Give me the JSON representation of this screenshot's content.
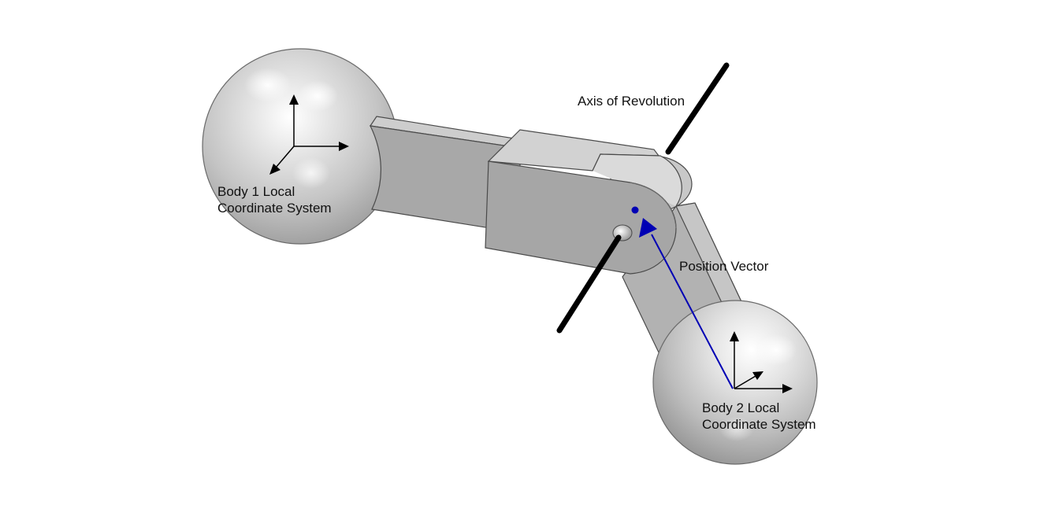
{
  "labels": {
    "axis": "Axis of Revolution",
    "position_vector": "Position Vector",
    "body1": {
      "line1": "Body 1 Local",
      "line2": "Coordinate System"
    },
    "body2": {
      "line1": "Body 2 Local",
      "line2": "Coordinate System"
    }
  },
  "colors": {
    "background": "#ffffff",
    "link_face": "#a9a9a9",
    "link_top": "#cfcfcf",
    "axis_line": "#000000",
    "position_vector": "#0000b4"
  }
}
